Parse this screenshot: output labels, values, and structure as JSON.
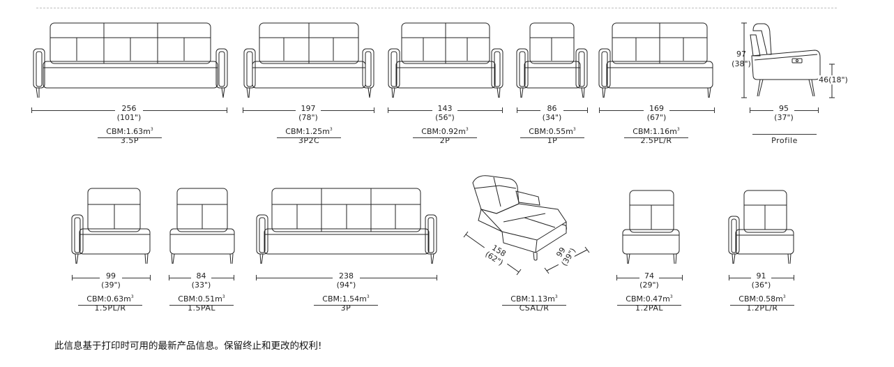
{
  "row1": [
    {
      "id": "3.5P",
      "width": "256",
      "inch": "(101\")",
      "cbm": "CBM:1.63m",
      "code": "3.5P"
    },
    {
      "id": "3P2C",
      "width": "197",
      "inch": "(78\")",
      "cbm": "CBM:1.25m",
      "code": "3P2C"
    },
    {
      "id": "2P",
      "width": "143",
      "inch": "(56\")",
      "cbm": "CBM:0.92m",
      "code": "2P"
    },
    {
      "id": "1P",
      "width": "86",
      "inch": "(34\")",
      "cbm": "CBM:0.55m",
      "code": "1P"
    },
    {
      "id": "2.5PL/R",
      "width": "169",
      "inch": "(67\")",
      "cbm": "CBM:1.16m",
      "code": "2.5PL/R"
    }
  ],
  "profile": {
    "width": "95",
    "inch": "(37\")",
    "height_total": "97",
    "height_total_inch": "(38\")",
    "seat_height": "46(18\")",
    "label": "Profile"
  },
  "row2": [
    {
      "id": "1.5PL/R",
      "width": "99",
      "inch": "(39\")",
      "cbm": "CBM:0.63m",
      "code": "1.5PL/R"
    },
    {
      "id": "1.5PAL",
      "width": "84",
      "inch": "(33\")",
      "cbm": "CBM:0.51m",
      "code": "1.5PAL"
    },
    {
      "id": "3P",
      "width": "238",
      "inch": "(94\")",
      "cbm": "CBM:1.54m",
      "code": "3P"
    },
    {
      "id": "CSAL/R",
      "depth": "158",
      "depth_inch": "(62\")",
      "width": "99",
      "width_inch": "(39\")",
      "cbm": "CBM:1.13m",
      "code": "CSAL/R"
    },
    {
      "id": "1.2PAL",
      "width": "74",
      "inch": "(29\")",
      "cbm": "CBM:0.47m",
      "code": "1.2PAL"
    },
    {
      "id": "1.2PL/R",
      "width": "91",
      "inch": "(36\")",
      "cbm": "CBM:0.58m",
      "code": "1.2PL/R"
    }
  ],
  "cbm_unit_sup": "3",
  "footer": "此信息基于打印时可用的最新产品信息。保留终止和更改的权利!"
}
